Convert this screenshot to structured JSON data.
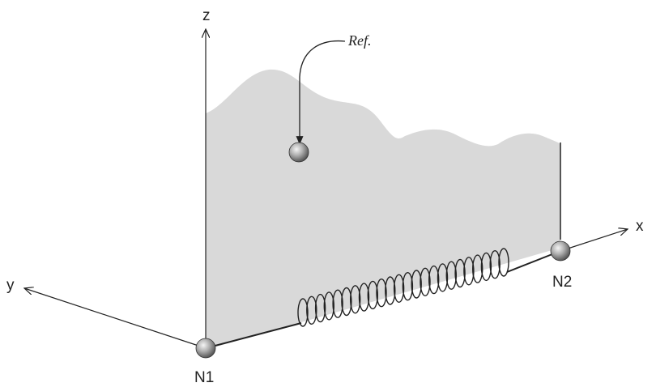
{
  "labels": {
    "axis_x": "x",
    "axis_y": "y",
    "axis_z": "z",
    "node_1": "N1",
    "node_2": "N2",
    "reference": "Ref."
  },
  "colors": {
    "plane_fill": "#d9d9d9",
    "line": "#222222",
    "node_light": "#eeeeee",
    "node_dark": "#555555"
  }
}
